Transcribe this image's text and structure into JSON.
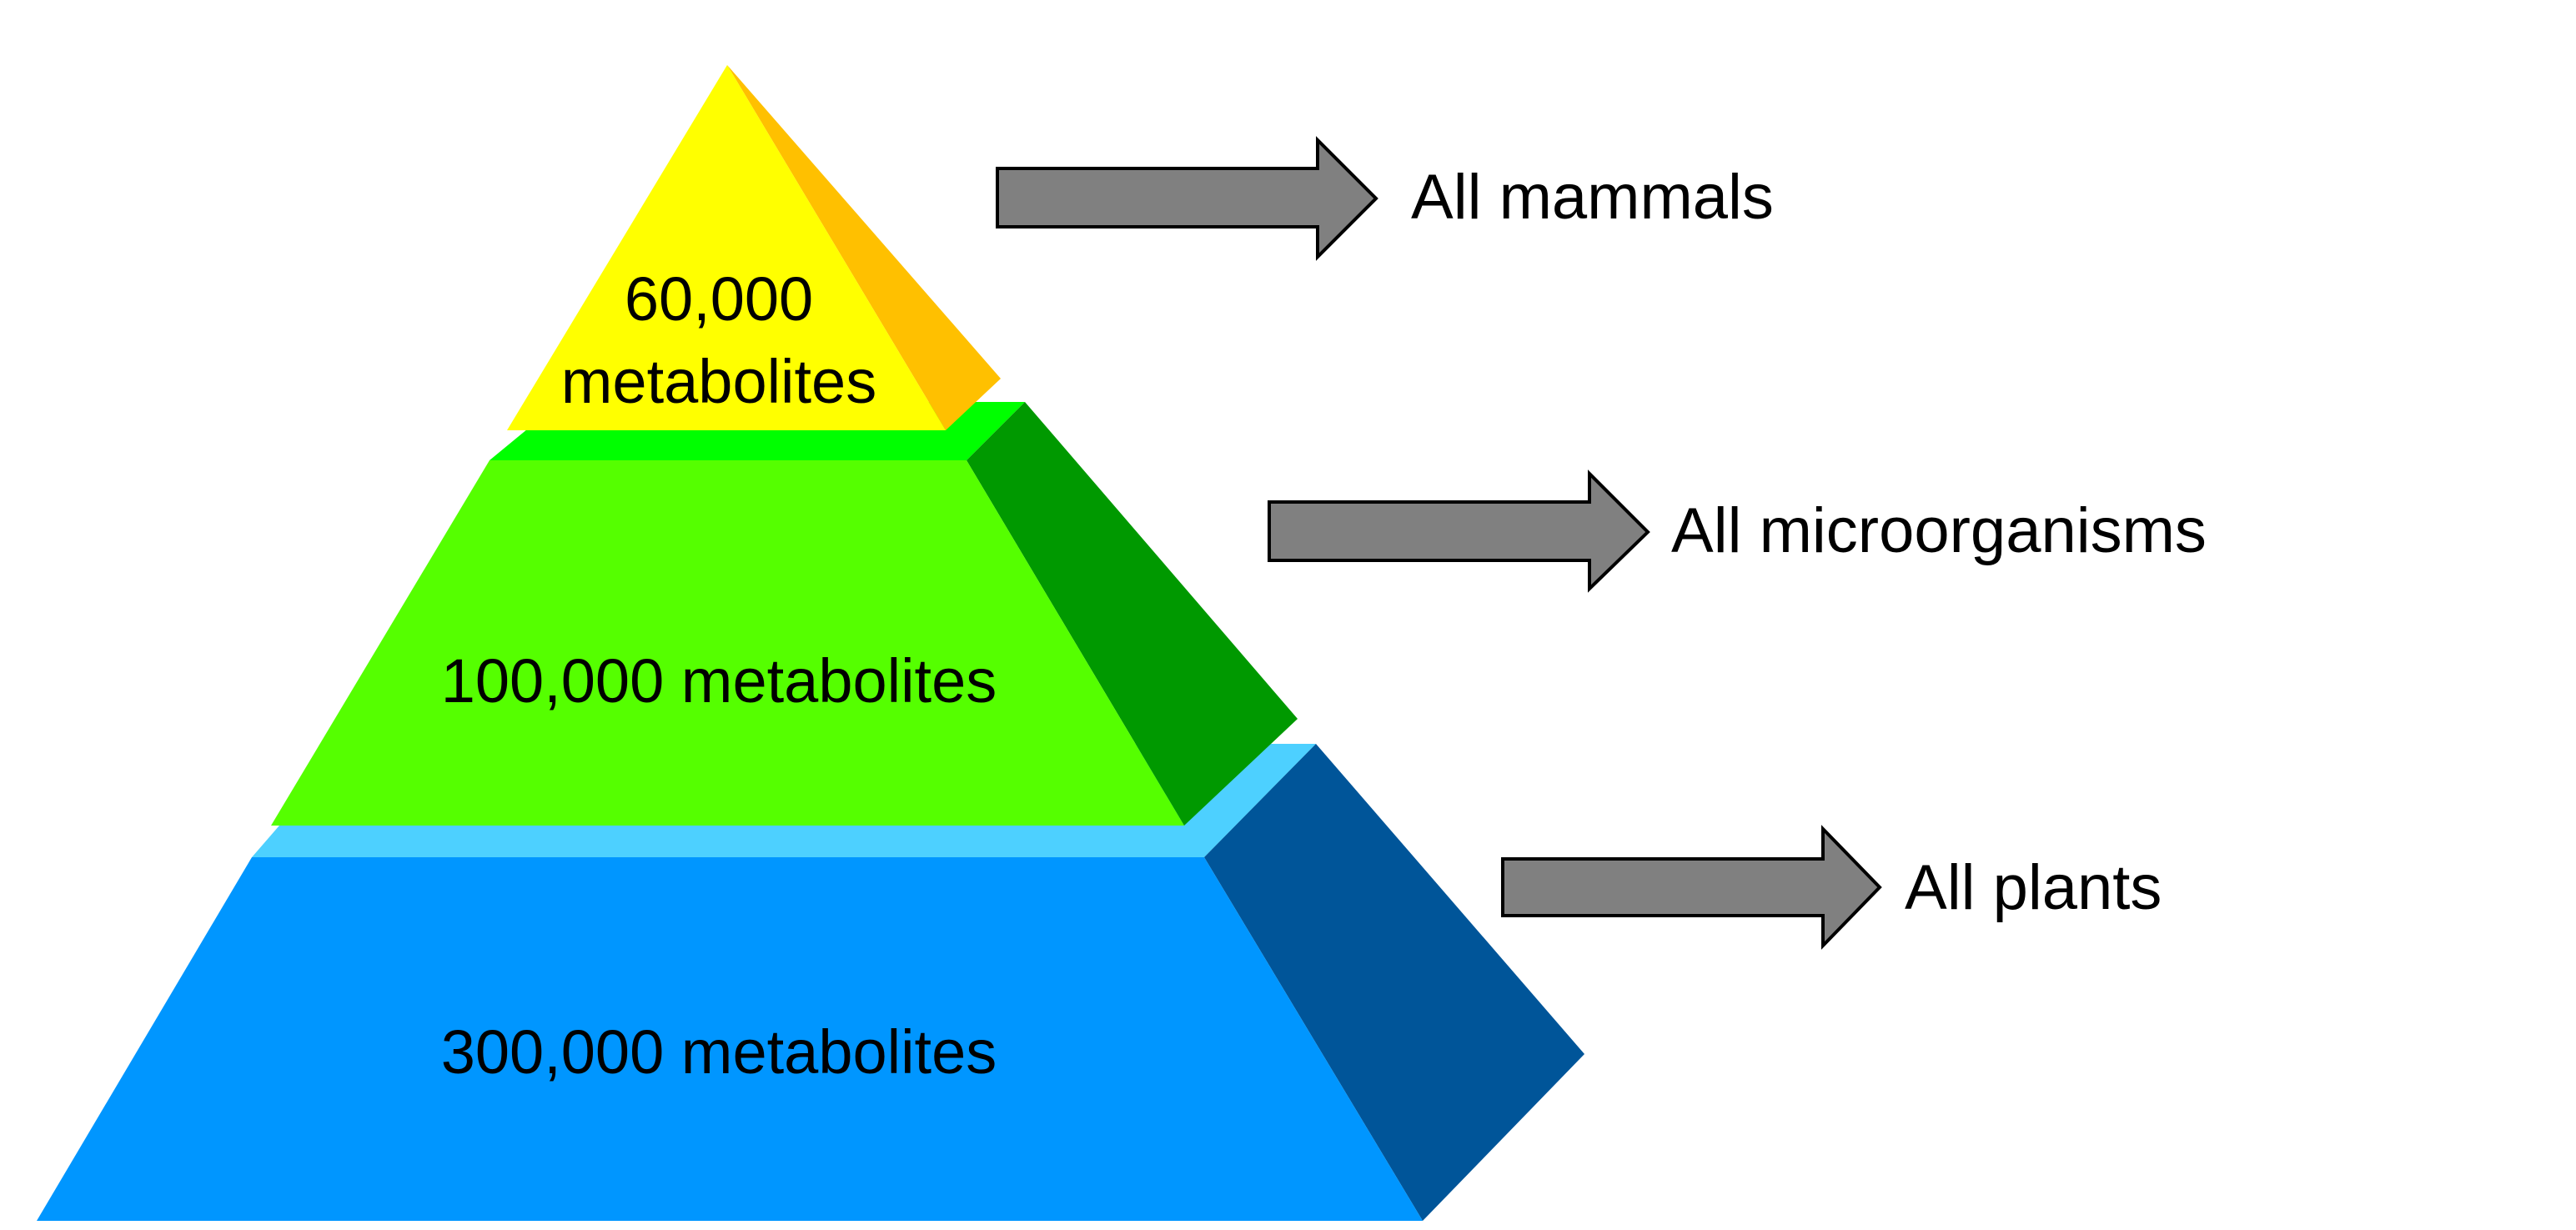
{
  "pyramid": {
    "tiers": [
      {
        "id": "top",
        "lines": [
          "60,000",
          "metabolites"
        ],
        "colors": {
          "front": "#FFFF00",
          "side": "#FFC000"
        }
      },
      {
        "id": "middle",
        "lines": [
          "100,000 metabolites"
        ],
        "colors": {
          "front": "#55FF00",
          "side": "#009900",
          "top": "#00FF00"
        }
      },
      {
        "id": "bottom",
        "lines": [
          "300,000 metabolites"
        ],
        "colors": {
          "front": "#0096FF",
          "side": "#005599",
          "top": "#4DD0FF"
        }
      }
    ]
  },
  "labels": [
    {
      "id": "mammals",
      "text": "All mammals"
    },
    {
      "id": "microorganisms",
      "text": "All microorganisms"
    },
    {
      "id": "plants",
      "text": "All plants"
    }
  ],
  "arrow": {
    "fill": "#808080",
    "stroke": "#000000",
    "icon": "right-arrow-icon"
  }
}
